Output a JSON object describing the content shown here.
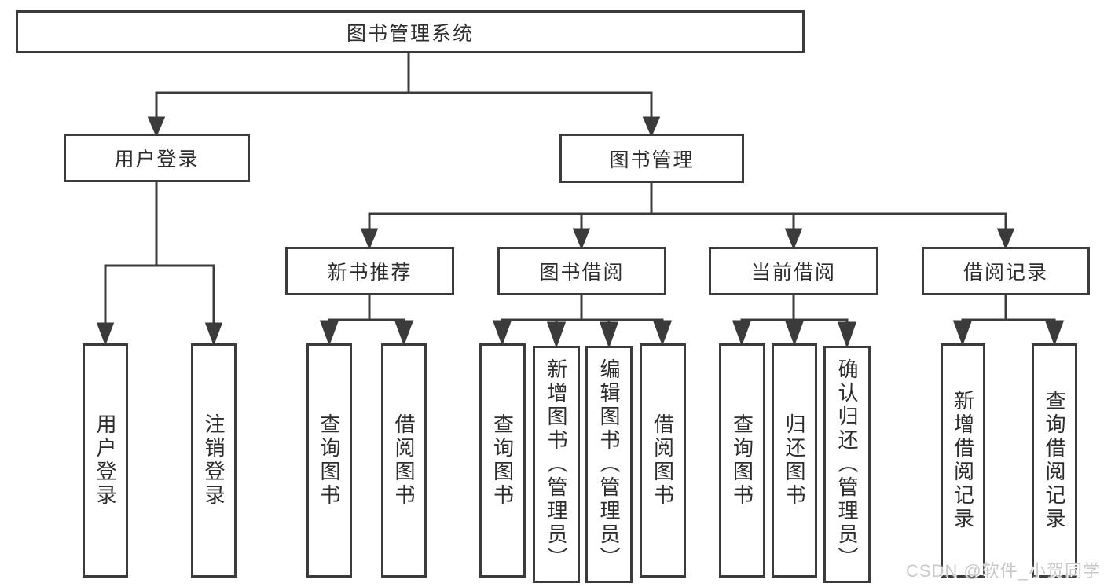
{
  "diagram_type": "hierarchy-tree",
  "colors": {
    "background": "#ffffff",
    "line": "#3b3b3b",
    "box_border": "#3b3b3b",
    "text": "#2d2d2d",
    "watermark": "#c9c9c9"
  },
  "tree": {
    "label": "图书管理系统",
    "children": [
      {
        "label": "用户登录",
        "children": [
          {
            "label": "用户登录"
          },
          {
            "label": "注销登录"
          }
        ]
      },
      {
        "label": "图书管理",
        "children": [
          {
            "label": "新书推荐",
            "children": [
              {
                "label": "查询图书"
              },
              {
                "label": "借阅图书"
              }
            ]
          },
          {
            "label": "图书借阅",
            "children": [
              {
                "label": "查询图书"
              },
              {
                "label": "新增图书（管理员）"
              },
              {
                "label": "编辑图书（管理员）"
              },
              {
                "label": "借阅图书"
              }
            ]
          },
          {
            "label": "当前借阅",
            "children": [
              {
                "label": "查询图书"
              },
              {
                "label": "归还图书"
              },
              {
                "label": "确认归还（管理员）"
              }
            ]
          },
          {
            "label": "借阅记录",
            "children": [
              {
                "label": "新增借阅记录"
              },
              {
                "label": "查询借阅记录"
              }
            ]
          }
        ]
      }
    ]
  },
  "watermark": "CSDN @软件_小贺同学"
}
